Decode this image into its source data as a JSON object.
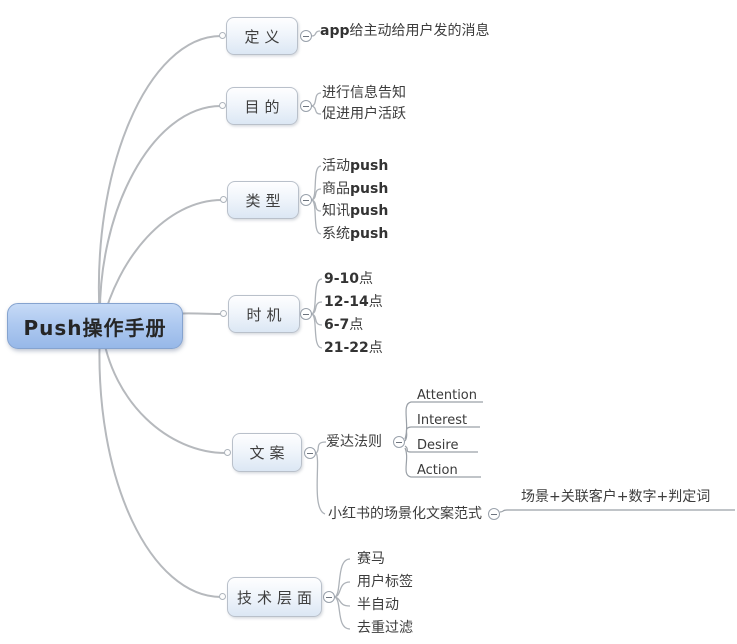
{
  "root": {
    "label": "Push操作手册"
  },
  "branches": [
    {
      "label": "定义",
      "children": [
        {
          "label": "app给主动给用户发的消息"
        }
      ]
    },
    {
      "label": "目的",
      "children": [
        {
          "label": "进行信息告知"
        },
        {
          "label": "促进用户活跃"
        }
      ]
    },
    {
      "label": "类型",
      "children": [
        {
          "label": "活动push"
        },
        {
          "label": "商品push"
        },
        {
          "label": "知讯push"
        },
        {
          "label": "系统push"
        }
      ]
    },
    {
      "label": "时机",
      "children": [
        {
          "label": "9-10点"
        },
        {
          "label": "12-14点"
        },
        {
          "label": "6-7点"
        },
        {
          "label": "21-22点"
        }
      ]
    },
    {
      "label": "文案",
      "children": [
        {
          "label": "爱达法则",
          "children": [
            {
              "label": "Attention"
            },
            {
              "label": "Interest"
            },
            {
              "label": "Desire"
            },
            {
              "label": "Action"
            }
          ]
        },
        {
          "label": "小红书的场景化文案范式",
          "children": [
            {
              "label": "场景+关联客户+数字+判定词"
            }
          ]
        }
      ]
    },
    {
      "label": "技术层面",
      "children": [
        {
          "label": "赛马"
        },
        {
          "label": "用户标签"
        },
        {
          "label": "半自动"
        },
        {
          "label": "去重过滤"
        }
      ]
    }
  ],
  "icons": {
    "collapse": "minus-in-circle",
    "anchor": "hollow-dot"
  },
  "colors": {
    "root_fill_top": "#c6daf6",
    "root_fill_bottom": "#97b8e8",
    "root_border": "#85a3cf",
    "topic_fill_top": "#fefeff",
    "topic_fill_bottom": "#dce7f4",
    "topic_border": "#b9c0ca",
    "connector": "#b6b9bd",
    "text": "#3c3c3c",
    "background": "#ffffff"
  }
}
